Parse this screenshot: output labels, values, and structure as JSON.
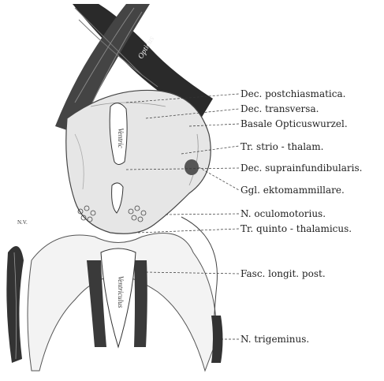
{
  "labels": [
    "Dec. postchiasmatica.",
    "Dec. transversa.",
    "Basale Opticuswurzel.",
    "Tr. strio - thalam.",
    "Dec. suprainfundibularis.",
    "Ggl. ektomammillare.",
    "N. oculomotorius.",
    "Tr. quinto - thalamicus.",
    "Fasc. longit. post.",
    "N. trigeminus."
  ],
  "in_figure": {
    "optic_tract": "Opticus",
    "ventricle_upper": "Ventric",
    "ventricle_lower": "Ventriculus",
    "nerve_tag": "N.V."
  }
}
